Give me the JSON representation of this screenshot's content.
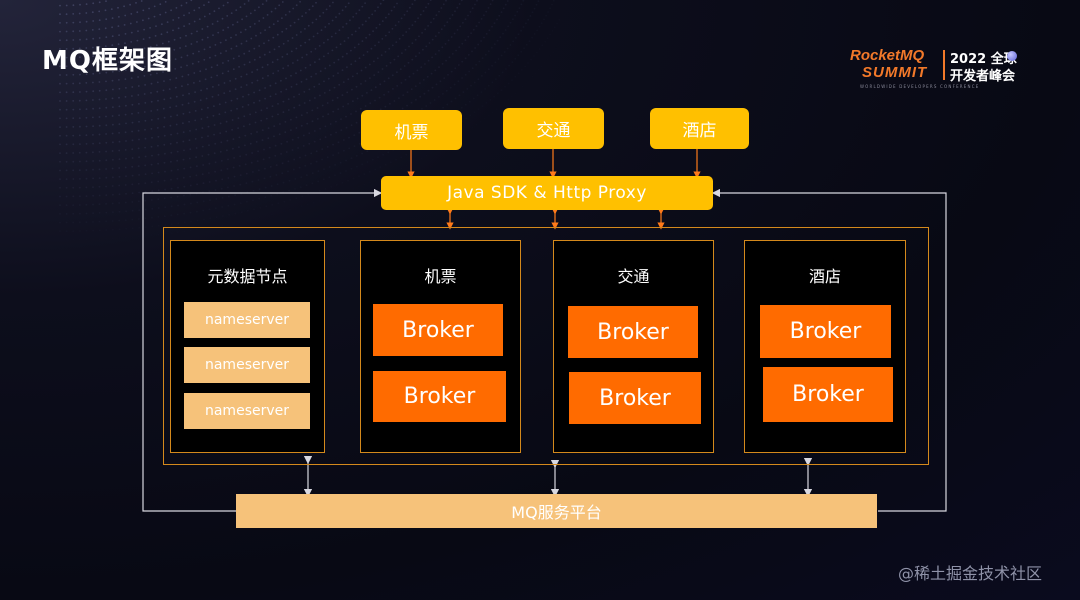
{
  "slide": {
    "title": "MQ框架图",
    "watermark": "@稀土掘金技术社区"
  },
  "logo": {
    "line1": "RocketMQ",
    "line2": "SUMMIT",
    "year_text": "2022 全球",
    "conference_text": "开发者峰会",
    "subtitle": "WORLDWIDE DEVELOPERS CONFERENCE",
    "accent_color": "#f2792a"
  },
  "diagram": {
    "clients": [
      "机票",
      "交通",
      "酒店"
    ],
    "sdk_label": "Java SDK & Http Proxy",
    "metadata_panel": {
      "label": "元数据节点",
      "nodes": [
        "nameserver",
        "nameserver",
        "nameserver"
      ]
    },
    "business_panels": [
      {
        "label": "机票",
        "brokers": [
          "Broker",
          "Broker"
        ]
      },
      {
        "label": "交通",
        "brokers": [
          "Broker",
          "Broker"
        ]
      },
      {
        "label": "酒店",
        "brokers": [
          "Broker",
          "Broker"
        ]
      }
    ],
    "platform_label": "MQ服务平台",
    "colors": {
      "client_yellow": "#ffc000",
      "broker_orange": "#ff6b00",
      "light_orange": "#f6c27a",
      "border_orange": "#d4891c"
    }
  }
}
